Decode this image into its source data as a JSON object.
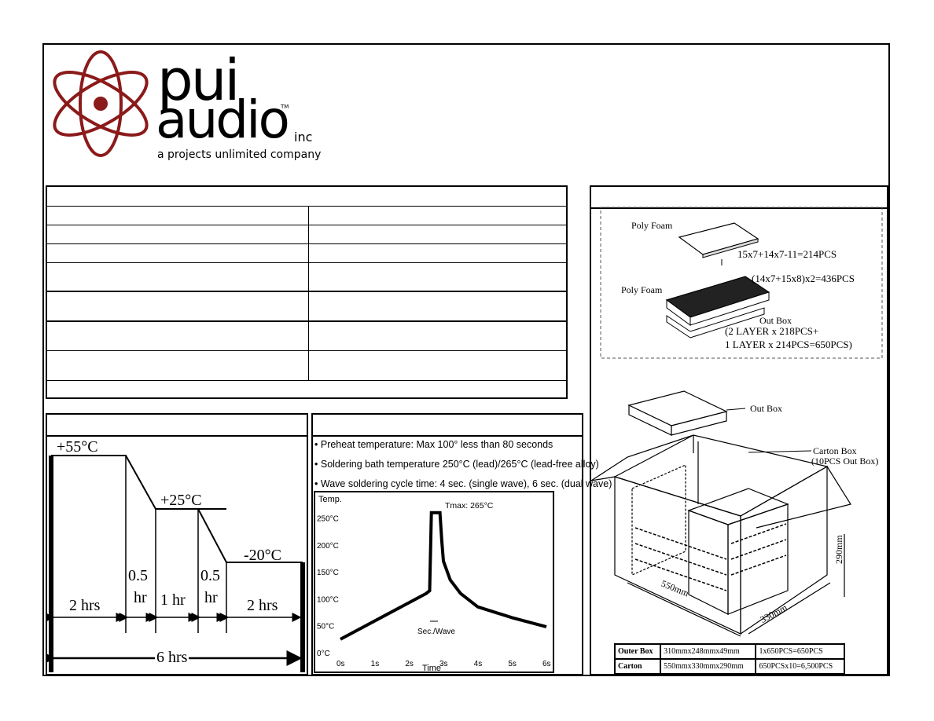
{
  "brand": {
    "name_line1": "pui",
    "name_line2": "audio",
    "tm": "TM",
    "suffix": "inc",
    "tagline": "a projects unlimited company",
    "color": "#8B1A1A"
  },
  "thermal_shock": {
    "temps": [
      "+55°C",
      "+25°C",
      "-20°C"
    ],
    "durations": [
      "2 hrs",
      "0.5",
      "hr",
      "1 hr",
      "0.5",
      "hr",
      "2 hrs"
    ],
    "total": "6 hrs"
  },
  "soldering": {
    "bullets": [
      "Preheat temperature: Max 100° less than 80 seconds",
      "Soldering bath temperature 250°C (lead)/265°C (lead-free alloy)",
      "Wave soldering cycle time: 4 sec. (single wave), 6 sec. (dual wave)"
    ],
    "chart_data": {
      "type": "line",
      "ylabel": "Temp.",
      "xlabel": "Time",
      "y_ticks": [
        "0°C",
        "50°C",
        "100°C",
        "150°C",
        "200°C",
        "250°C"
      ],
      "x_ticks": [
        "0s",
        "1s",
        "2s",
        "3s",
        "4s",
        "5s",
        "6s"
      ],
      "ylim": [
        0,
        280
      ],
      "xlim": [
        0,
        6
      ],
      "annotations": [
        "Tmax: 265°C",
        "Sec./Wave"
      ],
      "series": [
        {
          "x": [
            0,
            2.5,
            2.6,
            2.65,
            2.9,
            2.95,
            3.0,
            3.2,
            3.5,
            4.0,
            5.0,
            6.0
          ],
          "y": [
            25,
            110,
            115,
            260,
            260,
            210,
            170,
            135,
            110,
            85,
            65,
            48
          ]
        }
      ]
    }
  },
  "packaging": {
    "poly_foam_1": "Poly Foam",
    "layer_1": "15x7+14x7-11=214PCS",
    "poly_foam_2": "Poly Foam",
    "layer_2": "(14x7+15x8)x2=436PCS",
    "out_box_label": "Out Box",
    "layer_summary_1": "(2 LAYER x 218PCS+",
    "layer_summary_2": "1 LAYER x 214PCS=650PCS)",
    "out_box_2": "Out Box",
    "carton_box": "Carton Box",
    "carton_box_sub": "(10PCS Out Box)",
    "dim_height": "290mm",
    "dim_length": "550mm",
    "dim_width": "330mm",
    "table": [
      [
        "Outer Box",
        "310mmx248mmx49mm",
        "1x650PCS=650PCS"
      ],
      [
        "Carton",
        "550mmx330mmx290mm",
        "650PCSx10=6,500PCS"
      ]
    ]
  }
}
